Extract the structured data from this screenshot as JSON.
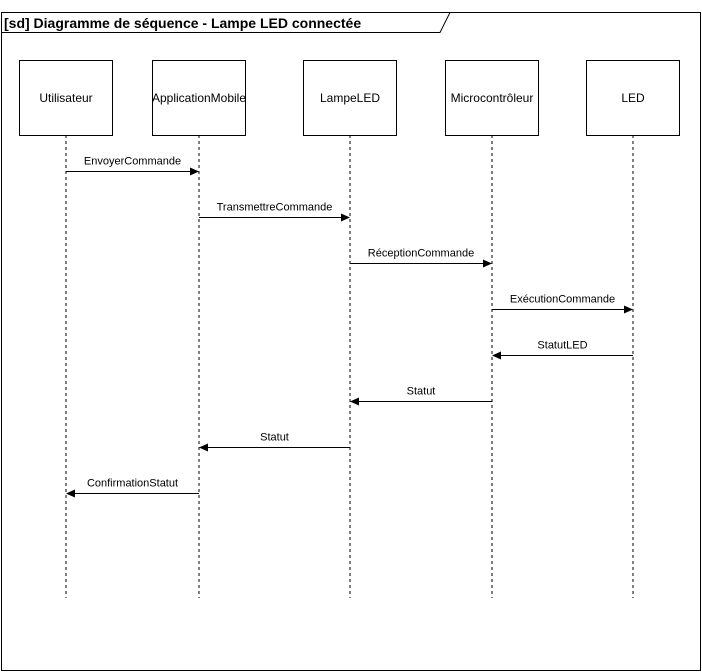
{
  "frame": {
    "title": "[sd] Diagramme de séquence - Lampe LED connectée"
  },
  "lifelines": [
    {
      "name": "Utilisateur"
    },
    {
      "name": "ApplicationMobile"
    },
    {
      "name": "LampeLED"
    },
    {
      "name": "Microcontrôleur"
    },
    {
      "name": "LED"
    }
  ],
  "messages": [
    {
      "label": "EnvoyerCommande",
      "from": 0,
      "to": 1
    },
    {
      "label": "TransmettreCommande",
      "from": 1,
      "to": 2
    },
    {
      "label": "RéceptionCommande",
      "from": 2,
      "to": 3
    },
    {
      "label": "ExécutionCommande",
      "from": 3,
      "to": 4
    },
    {
      "label": "StatutLED",
      "from": 4,
      "to": 3
    },
    {
      "label": "Statut",
      "from": 3,
      "to": 2
    },
    {
      "label": "Statut",
      "from": 2,
      "to": 1
    },
    {
      "label": "ConfirmationStatut",
      "from": 1,
      "to": 0
    }
  ]
}
